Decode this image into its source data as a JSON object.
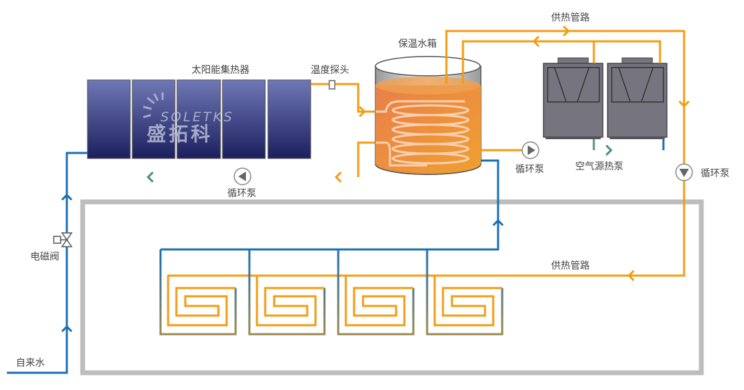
{
  "labels": {
    "collector": "太阳能集热器",
    "temp_probe": "温度探头",
    "tank": "保温水箱",
    "supply_top": "供热管路",
    "supply_floor": "供热管路",
    "pump_solar": "循环泵",
    "pump_heatpump": "循环泵",
    "pump_supply": "循环泵",
    "heat_pump": "空气源热泵",
    "valve": "电磁阀",
    "tap_water": "自来水"
  },
  "logo": {
    "latin": "SOLETKS",
    "chinese": "盛拓科"
  },
  "colors": {
    "hot": "#f39c12",
    "cold": "#1a6fb5",
    "room": "#bdbdbd",
    "panel_top": "#6f78b6",
    "panel_bottom": "#1c1f5e",
    "heat_pump": "#76757f"
  }
}
